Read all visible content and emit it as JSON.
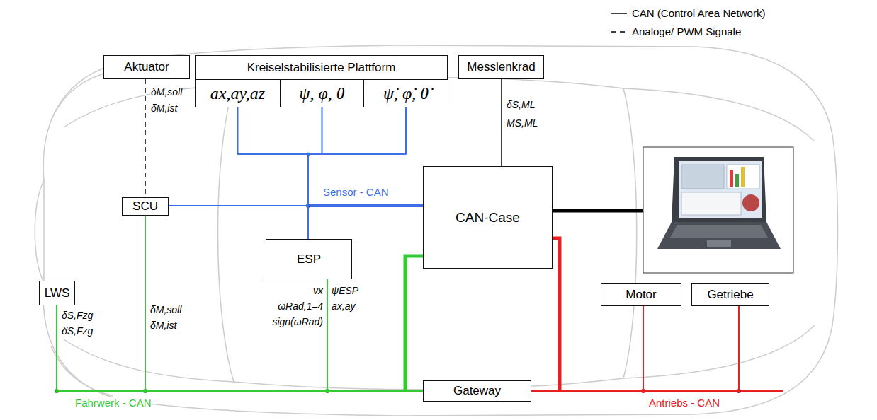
{
  "diagram": {
    "nodes": [
      {
        "text": [
          "Aktuator"
        ]
      },
      {
        "text": [
          "Kreiselstabilisierte Plattform"
        ]
      },
      {
        "text": [
          "ax,ay,az"
        ],
        "in": 1
      },
      {
        "text": [
          "ψ, φ, θ"
        ],
        "in": 1
      },
      {
        "text": [
          "ψ̇, φ̇, θ̇"
        ],
        "in": 1
      },
      {
        "text": [
          "Messlenkrad"
        ]
      },
      {
        "text": [
          "SCU"
        ]
      },
      {
        "text": [
          "CAN-Case"
        ]
      },
      {
        "text": [
          "ESP"
        ]
      },
      {
        "text": [
          "LWS"
        ]
      },
      {
        "text": [
          "Gateway"
        ]
      },
      {
        "text": [
          "Motor"
        ]
      },
      {
        "text": [
          "Getriebe"
        ]
      }
    ],
    "edges": [
      {
        "from": 0,
        "to": 6,
        "arrow": "none"
      },
      {
        "from": 2,
        "to": 7,
        "arrow": "none"
      },
      {
        "from": 3,
        "to": 7,
        "arrow": "none"
      },
      {
        "from": 4,
        "to": 7,
        "arrow": "none"
      },
      {
        "from": 8,
        "to": 7,
        "arrow": "none"
      },
      {
        "from": 6,
        "to": 7,
        "arrow": "none"
      },
      {
        "from": 5,
        "to": 7,
        "arrow": "none"
      },
      {
        "from": 7,
        "to": 10,
        "arrow": "none"
      },
      {
        "from": 9,
        "to": 10,
        "arrow": "none"
      },
      {
        "from": 6,
        "to": 10,
        "arrow": "none"
      },
      {
        "from": 8,
        "to": 10,
        "arrow": "none"
      },
      {
        "from": 10,
        "to": 11,
        "arrow": "none"
      },
      {
        "from": 10,
        "to": 12,
        "arrow": "none"
      },
      {
        "from": 7,
        "to": 11,
        "arrow": "none"
      },
      {
        "from": 7,
        "to": 12,
        "arrow": "none"
      }
    ],
    "labels": [
      "δM,soll",
      "δM,ist",
      "Sensor - CAN",
      "δS,ML",
      "MS,ML",
      "vx",
      "ωRad,1–4",
      "sign(ωRad)",
      "ψESP",
      "ax,ay",
      "δS,Fzg",
      "δ̇S,Fzg",
      "δM,soll",
      "δM,ist",
      "Fahrwerk - CAN",
      "Antriebs - CAN"
    ],
    "legend": [
      {
        "text": "CAN (Control Area Network)"
      },
      {
        "text": "Analoge/ PWM Signale"
      }
    ]
  }
}
